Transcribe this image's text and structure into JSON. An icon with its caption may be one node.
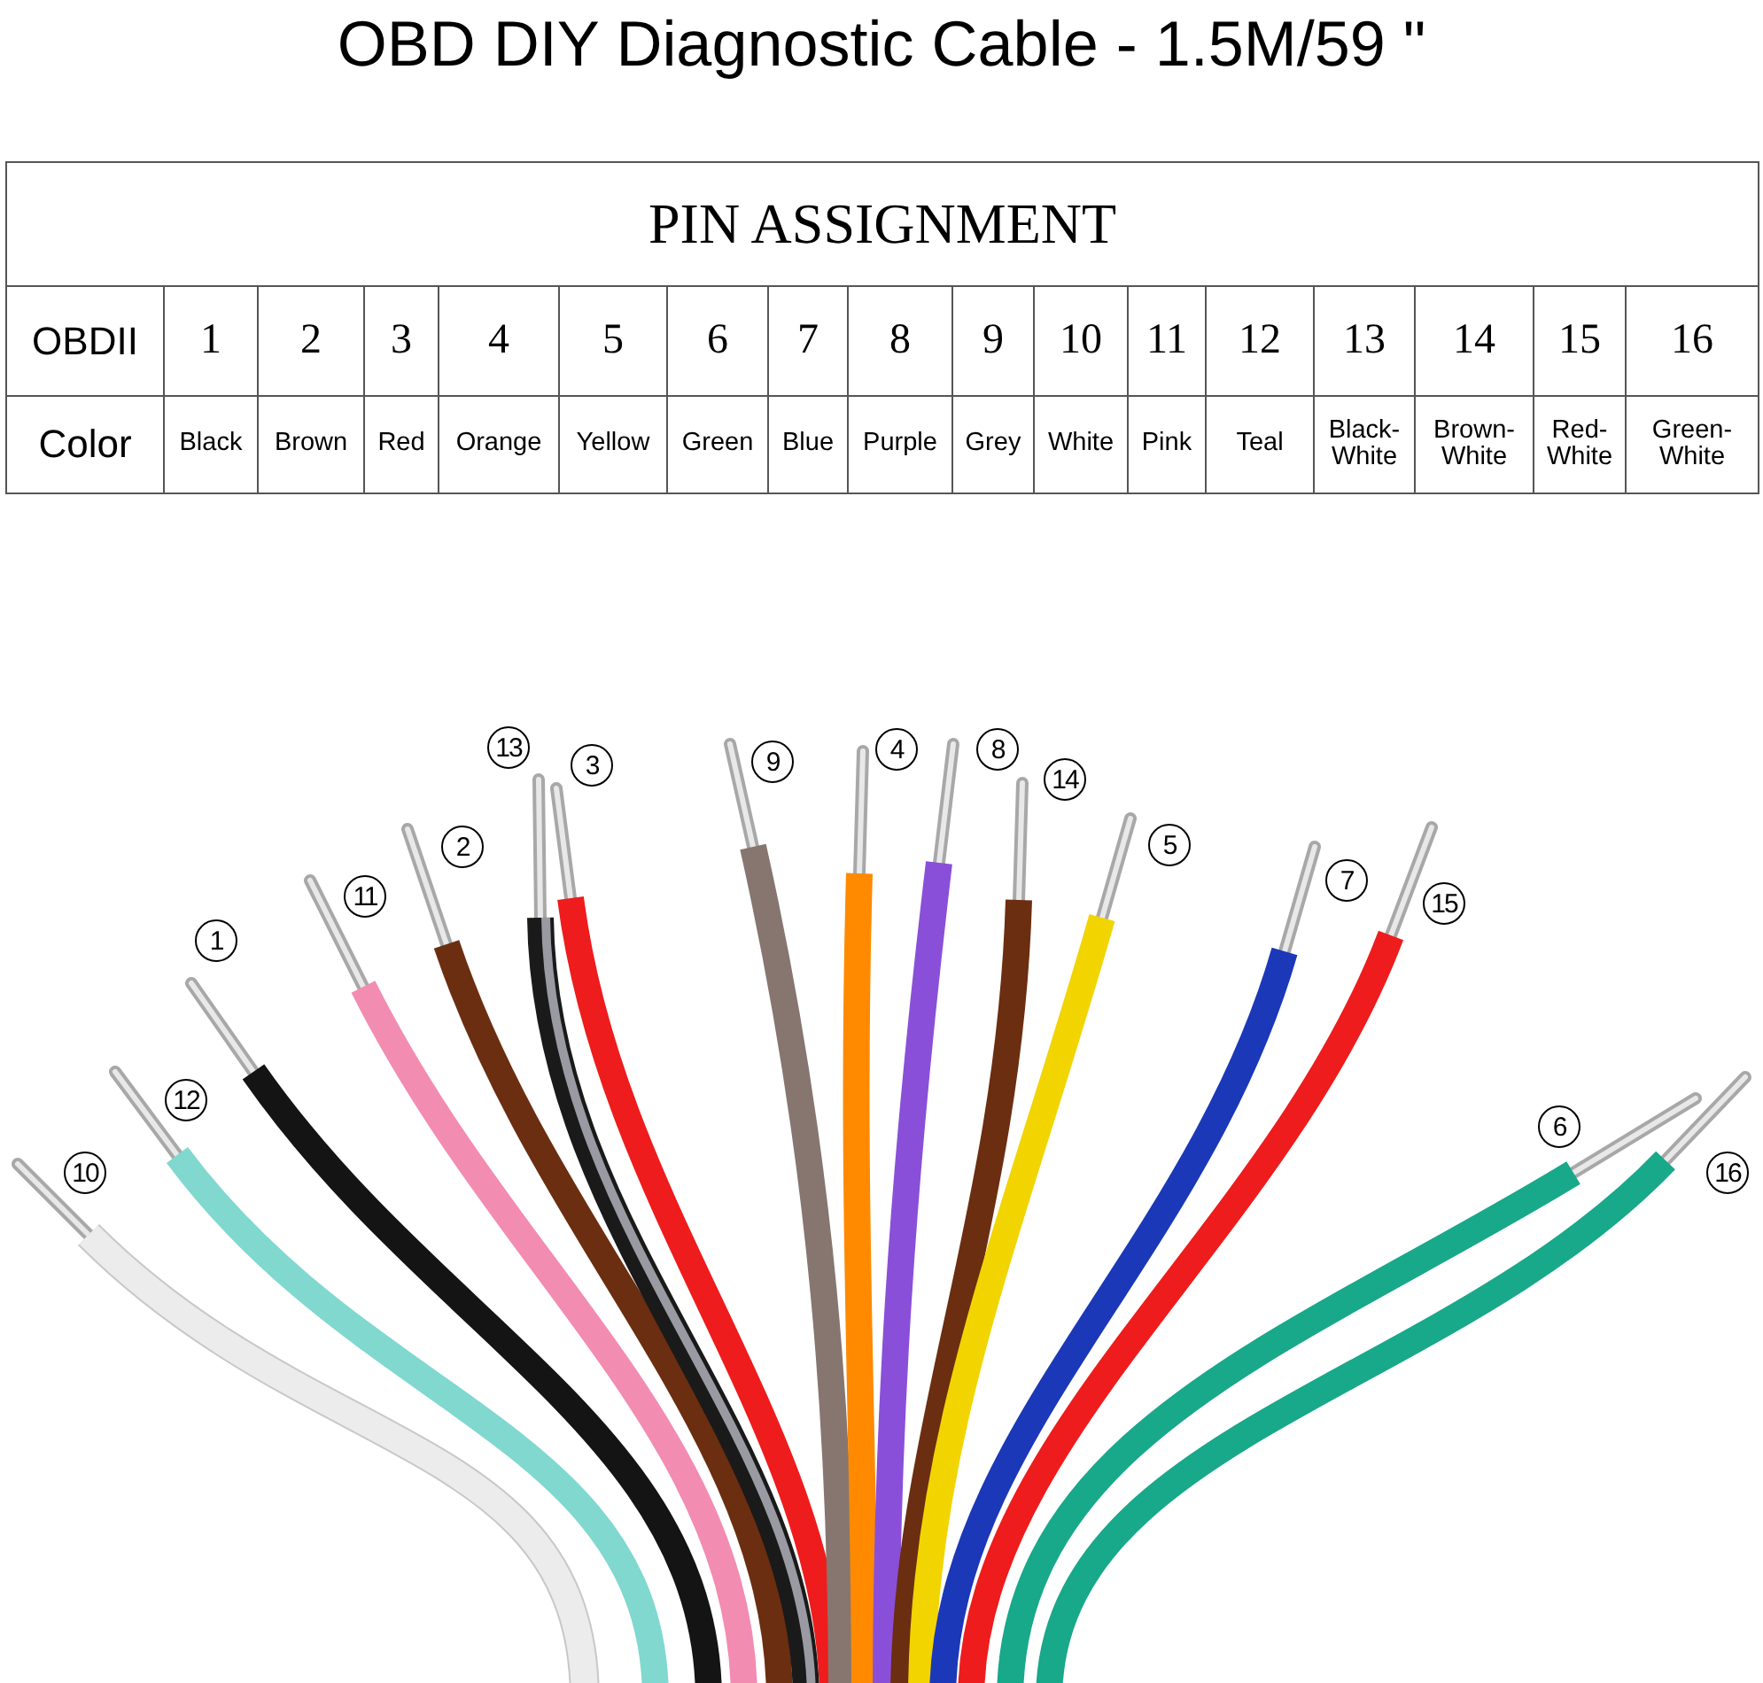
{
  "diagram": {
    "title": "OBD DIY Diagnostic Cable - 1.5M/59 \"",
    "labels": [
      "PIN ASSIGNMENT",
      "OBDII",
      "1",
      "2",
      "3",
      "4",
      "5",
      "6",
      "7",
      "8",
      "9",
      "10",
      "11",
      "12",
      "13",
      "14",
      "15",
      "16",
      "Color",
      "Black",
      "Brown",
      "Red",
      "Orange",
      "Yellow",
      "Green",
      "Blue",
      "Purple",
      "Grey",
      "White",
      "Pink",
      "Teal",
      "Black-White",
      "Brown-White",
      "Red-White",
      "Green-White",
      "13",
      "3",
      "9",
      "4",
      "8",
      "14",
      "11",
      "2",
      "5",
      "7",
      "15",
      "1",
      "12",
      "6",
      "10",
      "16"
    ]
  }
}
